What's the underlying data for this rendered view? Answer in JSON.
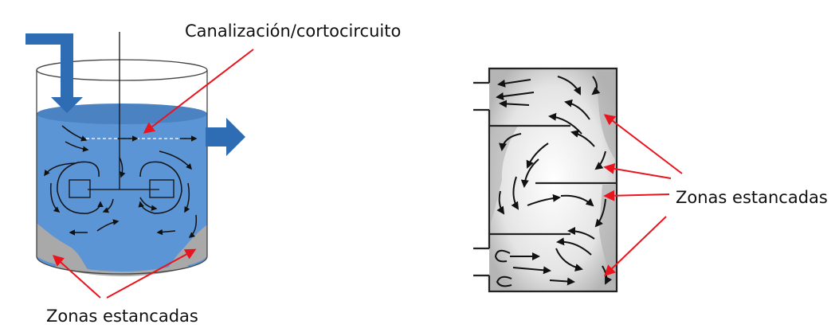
{
  "labels": {
    "channeling": "Canalización/cortocircuito",
    "dead_zones_left": "Zonas estancadas",
    "dead_zones_right": "Zonas estancadas"
  },
  "colors": {
    "water": "#5b95d5",
    "water_dark": "#4a82c2",
    "inflow_arrow": "#2e6db4",
    "stagnant_zone": "#a9a9a9",
    "pointer_arrow": "#e8141e",
    "flow_arrow": "#111111",
    "baffle_shading": "#c9c9c9"
  },
  "figures": [
    {
      "name": "stirred-tank",
      "icons": [
        "inflow-arrow-icon",
        "outflow-arrow-icon",
        "impeller-icon",
        "circulation-arrows-icon"
      ]
    },
    {
      "name": "baffled-vessel",
      "icons": [
        "inlet-pipe-icon",
        "outlet-pipe-icon",
        "baffle-icon",
        "flow-arrows-icon"
      ]
    }
  ]
}
